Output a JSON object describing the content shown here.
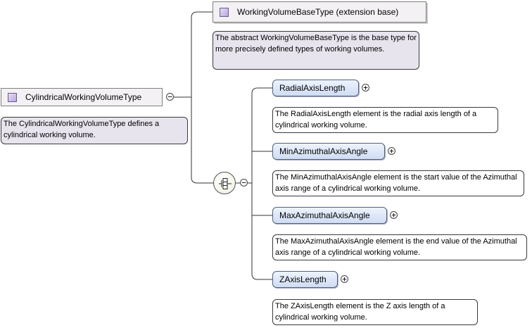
{
  "root": {
    "name": "CylindricalWorkingVolumeType",
    "doc": "The CylindricalWorkingVolumeType defines a cylindrical working volume.",
    "collapse_symbol": "−"
  },
  "base": {
    "name": "WorkingVolumeBaseType (extension base)",
    "doc": "The abstract WorkingVolumeBaseType is the base type for more precisely defined types of working volumes."
  },
  "sequence": {
    "icon": "sequence-compositor-icon",
    "collapse_symbol": "−"
  },
  "elements": [
    {
      "name": "RadialAxisLength",
      "doc": "The RadialAxisLength element is the radial axis length of a cylindrical working volume.",
      "expand_symbol": "+"
    },
    {
      "name": "MinAzimuthalAxisAngle",
      "doc": "The MinAzimuthalAxisAngle element is the start value of the Azimuthal axis range of a cylindrical working volume.",
      "expand_symbol": "+"
    },
    {
      "name": "MaxAzimuthalAxisAngle",
      "doc": "The MaxAzimuthalAxisAngle element is the end value of the Azimuthal axis range of a cylindrical working volume.",
      "expand_symbol": "+"
    },
    {
      "name": "ZAxisLength",
      "doc": "The ZAxisLength element is the Z axis length of a cylindrical working volume.",
      "expand_symbol": "+"
    }
  ]
}
